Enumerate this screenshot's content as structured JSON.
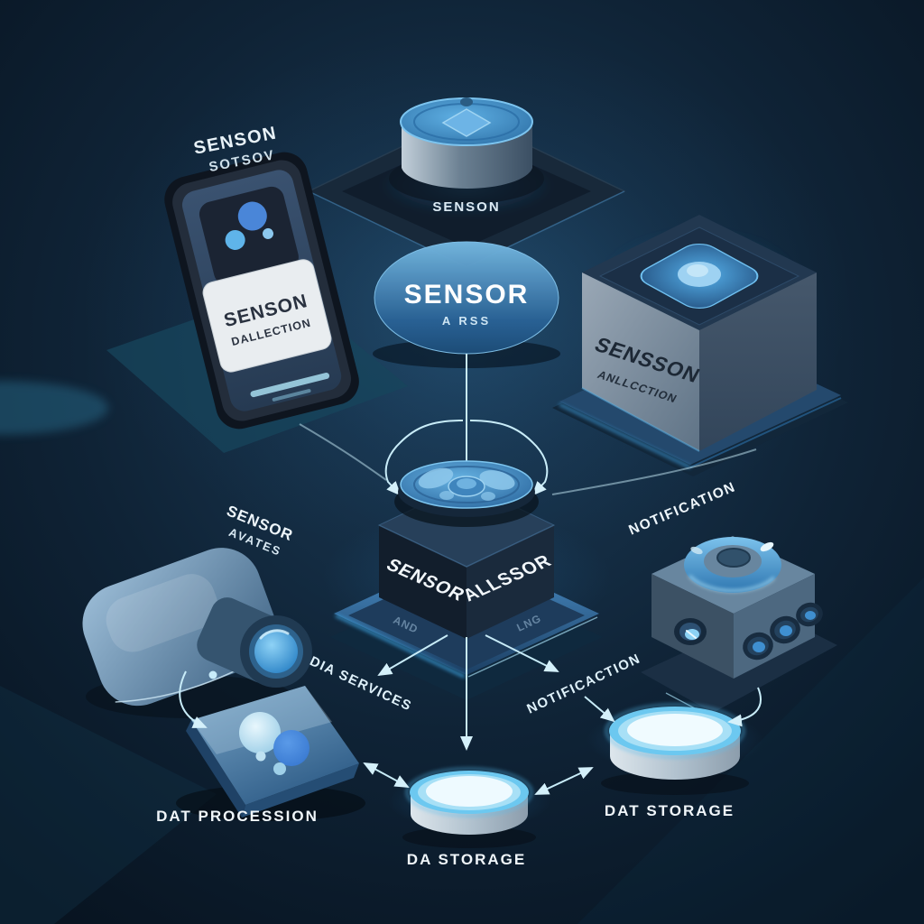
{
  "diagram_title": "Isometric IoT sensor data-flow illustration",
  "colors": {
    "background": "#0d1b2a",
    "accent_blue": "#3fa9e8",
    "connector": "#c8ecf8",
    "glow": "#46aef0",
    "label_white": "#eef6fb"
  },
  "nodes": {
    "top_sensor": {
      "label": "SENSON"
    },
    "sensor_ellipse": {
      "title": "SENSOR",
      "subtitle": "A RSS"
    },
    "phone": {
      "header_line1": "SENSON",
      "header_line2": "SOTSOV",
      "card_line1": "SENSON",
      "card_line2": "DALLECTION"
    },
    "cube": {
      "line1": "SENSSON",
      "line2": "ANLLCCTION"
    },
    "hub": {
      "left_face": "SENSOR",
      "right_face": "ALLSSOR",
      "base_left": "AND",
      "base_right": "LNG"
    },
    "camera": {
      "line1": "SENSOR",
      "line2": "AVATES"
    },
    "notifier_box": {
      "label": "NOTIFICATION"
    },
    "flow_labels": {
      "services": "DIA SERVICES",
      "notification": "NOTIFICACTION"
    },
    "envelope": {
      "label": "DAT PROCESSION"
    },
    "storage_center": {
      "label": "DA STORAGE"
    },
    "storage_right": {
      "label": "DAT STORAGE"
    }
  }
}
